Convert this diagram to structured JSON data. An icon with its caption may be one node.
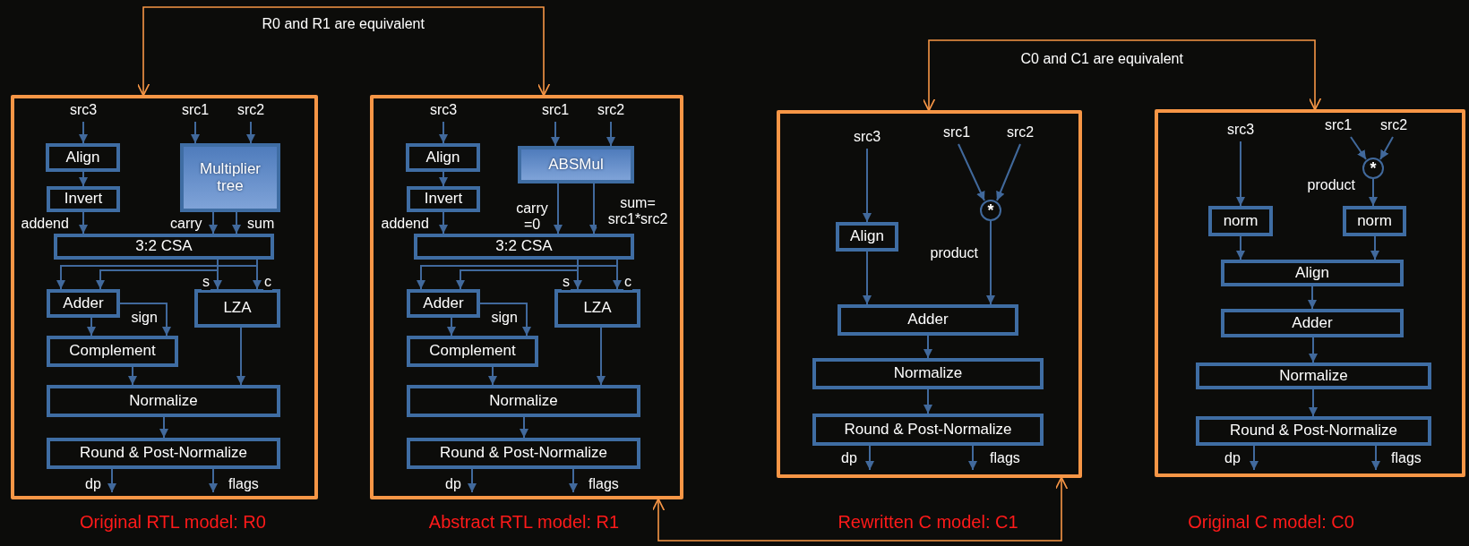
{
  "diagram": {
    "nodes": [
      {
        "text": [],
        "shape": "box",
        "beside": [
          "Original RTL model: R0"
        ]
      },
      {
        "text": [
          "src3"
        ],
        "in": 0
      },
      {
        "text": [
          "src1"
        ],
        "in": 0
      },
      {
        "text": [
          "src2"
        ],
        "in": 0
      },
      {
        "text": [
          "Align"
        ],
        "in": 0
      },
      {
        "text": [
          "Multiplier tree"
        ],
        "in": 0
      },
      {
        "text": [
          "Invert"
        ],
        "in": 0
      },
      {
        "text": [
          "3:2 CSA"
        ],
        "in": 0
      },
      {
        "text": [
          "Adder"
        ],
        "in": 0
      },
      {
        "text": [
          "LZA"
        ],
        "in": 0
      },
      {
        "text": [
          "Complement"
        ],
        "in": 0
      },
      {
        "text": [
          "Normalize"
        ],
        "in": 0
      },
      {
        "text": [
          "Round & Post-Normalize"
        ],
        "in": 0
      },
      {
        "text": [],
        "shape": "box",
        "beside": [
          "Abstract RTL model: R1"
        ]
      },
      {
        "text": [
          "src3"
        ],
        "in": 13
      },
      {
        "text": [
          "src1"
        ],
        "in": 13
      },
      {
        "text": [
          "src2"
        ],
        "in": 13
      },
      {
        "text": [
          "Align"
        ],
        "in": 13
      },
      {
        "text": [
          "ABSMul"
        ],
        "in": 13
      },
      {
        "text": [
          "Invert"
        ],
        "in": 13
      },
      {
        "text": [
          "3:2 CSA"
        ],
        "in": 13
      },
      {
        "text": [
          "Adder"
        ],
        "in": 13
      },
      {
        "text": [
          "LZA"
        ],
        "in": 13
      },
      {
        "text": [
          "Complement"
        ],
        "in": 13
      },
      {
        "text": [
          "Normalize"
        ],
        "in": 13
      },
      {
        "text": [
          "Round & Post-Normalize"
        ],
        "in": 13
      },
      {
        "text": [],
        "shape": "box",
        "beside": [
          "Rewritten C model: C1"
        ]
      },
      {
        "text": [
          "src3"
        ],
        "in": 26
      },
      {
        "text": [
          "src1"
        ],
        "in": 26
      },
      {
        "text": [
          "src2"
        ],
        "in": 26
      },
      {
        "text": [
          "*"
        ],
        "in": 26
      },
      {
        "text": [
          "Align"
        ],
        "in": 26
      },
      {
        "text": [
          "Adder"
        ],
        "in": 26
      },
      {
        "text": [
          "Normalize"
        ],
        "in": 26
      },
      {
        "text": [
          "Round & Post-Normalize"
        ],
        "in": 26
      },
      {
        "text": [],
        "shape": "box",
        "beside": [
          "Original C model: C0"
        ]
      },
      {
        "text": [
          "src3"
        ],
        "in": 35
      },
      {
        "text": [
          "src1"
        ],
        "in": 35
      },
      {
        "text": [
          "src2"
        ],
        "in": 35
      },
      {
        "text": [
          "*"
        ],
        "in": 35
      },
      {
        "text": [
          "norm"
        ],
        "in": 35
      },
      {
        "text": [
          "norm"
        ],
        "in": 35
      },
      {
        "text": [
          "Align"
        ],
        "in": 35
      },
      {
        "text": [
          "Adder"
        ],
        "in": 35
      },
      {
        "text": [
          "Normalize"
        ],
        "in": 35
      },
      {
        "text": [
          "Round & Post-Normalize"
        ],
        "in": 35
      }
    ],
    "edges": [
      {
        "from": 1,
        "to": 4,
        "arrow": "to"
      },
      {
        "from": 2,
        "to": 5,
        "arrow": "to"
      },
      {
        "from": 3,
        "to": 5,
        "arrow": "to"
      },
      {
        "from": 4,
        "to": 6,
        "arrow": "to"
      },
      {
        "from": 6,
        "to": 7,
        "arrow": "to",
        "label": "addend"
      },
      {
        "from": 5,
        "to": 7,
        "arrow": "to",
        "label": "carry"
      },
      {
        "from": 5,
        "to": 7,
        "arrow": "to",
        "label": "sum"
      },
      {
        "from": 7,
        "to": 8,
        "arrow": "to"
      },
      {
        "from": 7,
        "to": 8,
        "arrow": "to"
      },
      {
        "from": 7,
        "to": 9,
        "arrow": "to",
        "label": "s"
      },
      {
        "from": 7,
        "to": 9,
        "arrow": "to",
        "label": "c"
      },
      {
        "from": 8,
        "to": 10,
        "arrow": "to"
      },
      {
        "from": 8,
        "to": 10,
        "arrow": "to",
        "label": "sign"
      },
      {
        "from": 10,
        "to": 11,
        "arrow": "to"
      },
      {
        "from": 9,
        "to": 11,
        "arrow": "to"
      },
      {
        "from": 11,
        "to": 12,
        "arrow": "to"
      },
      {
        "from": 12,
        "to": null,
        "arrow": "to",
        "label": "dp"
      },
      {
        "from": 12,
        "to": null,
        "arrow": "to",
        "label": "flags"
      },
      {
        "from": 14,
        "to": 17,
        "arrow": "to"
      },
      {
        "from": 15,
        "to": 18,
        "arrow": "to"
      },
      {
        "from": 16,
        "to": 18,
        "arrow": "to"
      },
      {
        "from": 17,
        "to": 19,
        "arrow": "to"
      },
      {
        "from": 19,
        "to": 20,
        "arrow": "to",
        "label": "addend"
      },
      {
        "from": 18,
        "to": 20,
        "arrow": "to",
        "label": "carry =0"
      },
      {
        "from": 18,
        "to": 20,
        "arrow": "to",
        "label": "sum= src1*src2"
      },
      {
        "from": 20,
        "to": 21,
        "arrow": "to"
      },
      {
        "from": 20,
        "to": 21,
        "arrow": "to"
      },
      {
        "from": 20,
        "to": 22,
        "arrow": "to",
        "label": "s"
      },
      {
        "from": 20,
        "to": 22,
        "arrow": "to",
        "label": "c"
      },
      {
        "from": 21,
        "to": 23,
        "arrow": "to"
      },
      {
        "from": 21,
        "to": 23,
        "arrow": "to",
        "label": "sign"
      },
      {
        "from": 23,
        "to": 24,
        "arrow": "to"
      },
      {
        "from": 22,
        "to": 24,
        "arrow": "to"
      },
      {
        "from": 24,
        "to": 25,
        "arrow": "to"
      },
      {
        "from": 25,
        "to": null,
        "arrow": "to",
        "label": "dp"
      },
      {
        "from": 25,
        "to": null,
        "arrow": "to",
        "label": "flags"
      },
      {
        "from": 27,
        "to": 31,
        "arrow": "to"
      },
      {
        "from": 28,
        "to": 30,
        "arrow": "to"
      },
      {
        "from": 29,
        "to": 30,
        "arrow": "to"
      },
      {
        "from": 30,
        "to": 32,
        "arrow": "to",
        "label": "product"
      },
      {
        "from": 31,
        "to": 32,
        "arrow": "to"
      },
      {
        "from": 32,
        "to": 33,
        "arrow": "to"
      },
      {
        "from": 33,
        "to": 34,
        "arrow": "to"
      },
      {
        "from": 34,
        "to": null,
        "arrow": "to",
        "label": "dp"
      },
      {
        "from": 34,
        "to": null,
        "arrow": "to",
        "label": "flags"
      },
      {
        "from": 36,
        "to": 40,
        "arrow": "to"
      },
      {
        "from": 37,
        "to": 39,
        "arrow": "to"
      },
      {
        "from": 38,
        "to": 39,
        "arrow": "to"
      },
      {
        "from": 39,
        "to": 41,
        "arrow": "to",
        "label": "product"
      },
      {
        "from": 40,
        "to": 42,
        "arrow": "to"
      },
      {
        "from": 41,
        "to": 42,
        "arrow": "to"
      },
      {
        "from": 42,
        "to": 43,
        "arrow": "to"
      },
      {
        "from": 43,
        "to": 44,
        "arrow": "to"
      },
      {
        "from": 44,
        "to": 45,
        "arrow": "to"
      },
      {
        "from": 45,
        "to": null,
        "arrow": "to",
        "label": "dp"
      },
      {
        "from": 45,
        "to": null,
        "arrow": "to",
        "label": "flags"
      },
      {
        "from": 0,
        "to": 13,
        "arrow": "both",
        "label": "R0 and R1 are equivalent",
        "color": "#f79646"
      },
      {
        "from": 26,
        "to": 35,
        "arrow": "both",
        "label": "C0 and C1 are equivalent",
        "color": "#f79646"
      },
      {
        "from": 13,
        "to": 26,
        "arrow": "both",
        "color": "#f79646"
      }
    ]
  }
}
